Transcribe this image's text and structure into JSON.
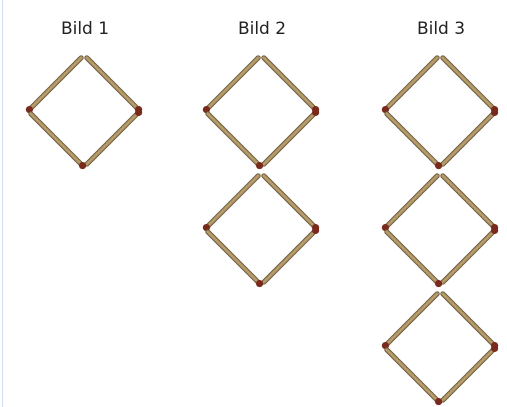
{
  "figures": [
    {
      "title": "Bild 1",
      "squares": 1
    },
    {
      "title": "Bild 2",
      "squares": 2
    },
    {
      "title": "Bild 3",
      "squares": 3
    }
  ],
  "colors": {
    "match_stick": "#b59a6a",
    "match_stick_shadow": "#6b5a3c",
    "match_head": "#7a2a1c",
    "rule": "#cfe0f0"
  }
}
